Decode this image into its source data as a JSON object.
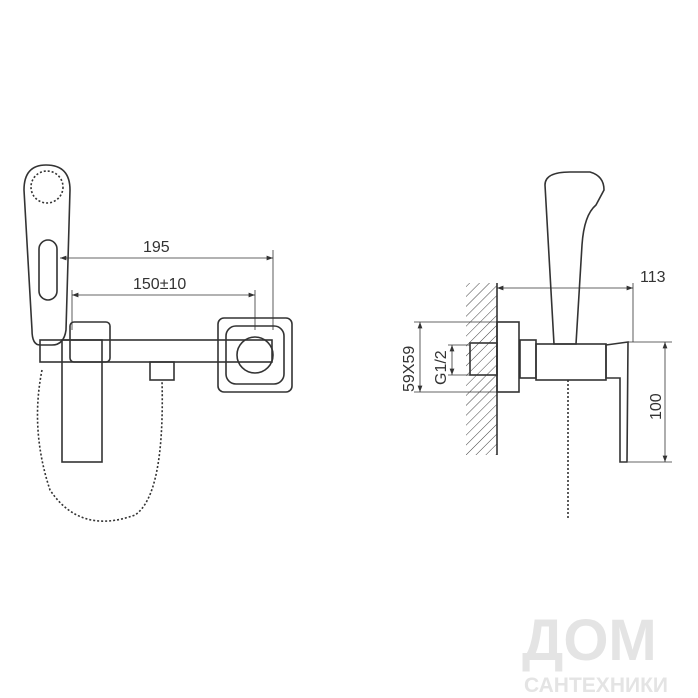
{
  "dimensions": {
    "total_length": "195",
    "center_distance": "150±10",
    "projection": "113",
    "flange_size": "59X59",
    "thread": "G1/2",
    "height": "100"
  },
  "watermark": {
    "line1": "ДОМ",
    "line2": "САНТЕХНИКИ"
  }
}
